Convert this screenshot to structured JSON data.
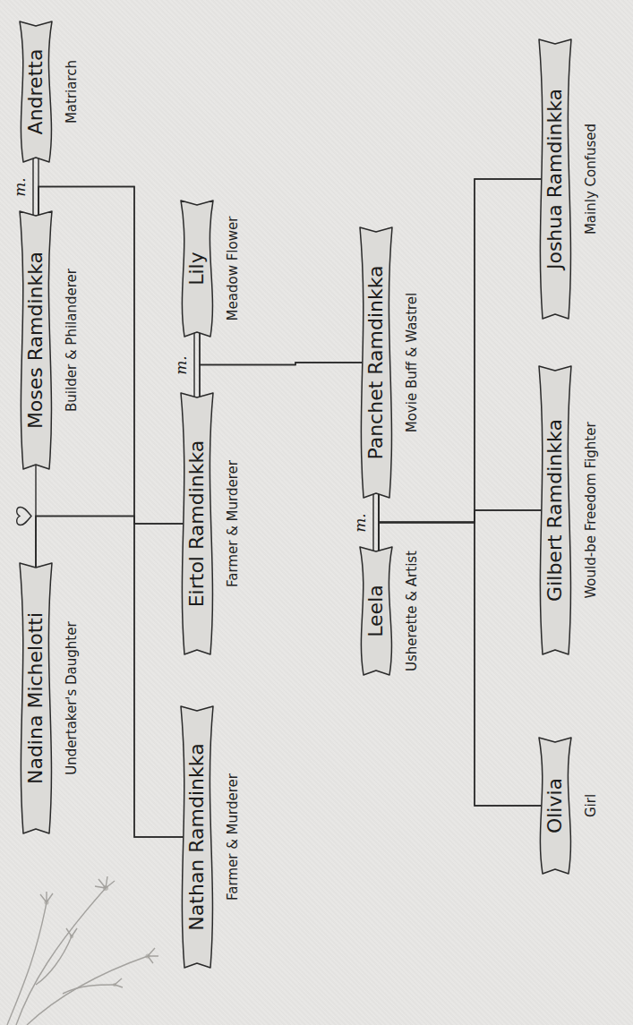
{
  "diagram": {
    "nodes": [
      {
        "text": [
          "Andretta",
          "Matriarch"
        ]
      },
      {
        "text": [
          "Moses Ramdinkka",
          "Builder & Philanderer"
        ]
      },
      {
        "text": [
          "Nadina Michelotti",
          "Undertaker's Daughter"
        ]
      },
      {
        "text": [
          "Lily",
          "Meadow Flower"
        ]
      },
      {
        "text": [
          "Eirtol Ramdinkka",
          "Farmer & Murderer"
        ]
      },
      {
        "text": [
          "Nathan Ramdinkka",
          "Farmer & Murderer"
        ]
      },
      {
        "text": [
          "Panchet Ramdinkka",
          "Movie Buff & Wastrel"
        ]
      },
      {
        "text": [
          "Leela",
          "Usherette & Artist"
        ]
      },
      {
        "text": [
          "Joshua Ramdinkka",
          "Mainly Confused"
        ]
      },
      {
        "text": [
          "Gilbert Ramdinkka",
          "Would-be Freedom Fighter"
        ]
      },
      {
        "text": [
          "Olivia",
          "Girl"
        ]
      }
    ],
    "edges": [
      {
        "from": 0,
        "to": 1,
        "label": "m.",
        "arrow": "none"
      },
      {
        "from": 1,
        "to": 2,
        "arrow": "none"
      },
      {
        "from": 1,
        "to": 4,
        "arrow": "none"
      },
      {
        "from": 1,
        "to": 5,
        "arrow": "none"
      },
      {
        "from": 2,
        "to": 4,
        "arrow": "none"
      },
      {
        "from": 2,
        "to": 5,
        "arrow": "none"
      },
      {
        "from": 3,
        "to": 4,
        "label": "m.",
        "arrow": "none"
      },
      {
        "from": 3,
        "to": 6,
        "arrow": "none"
      },
      {
        "from": 4,
        "to": 6,
        "arrow": "none"
      },
      {
        "from": 6,
        "to": 7,
        "label": "m.",
        "arrow": "none"
      },
      {
        "from": 6,
        "to": 8,
        "arrow": "none"
      },
      {
        "from": 6,
        "to": 9,
        "arrow": "none"
      },
      {
        "from": 6,
        "to": 10,
        "arrow": "none"
      },
      {
        "from": 7,
        "to": 8,
        "arrow": "none"
      },
      {
        "from": 7,
        "to": 9,
        "arrow": "none"
      },
      {
        "from": 7,
        "to": 10,
        "arrow": "none"
      }
    ]
  }
}
